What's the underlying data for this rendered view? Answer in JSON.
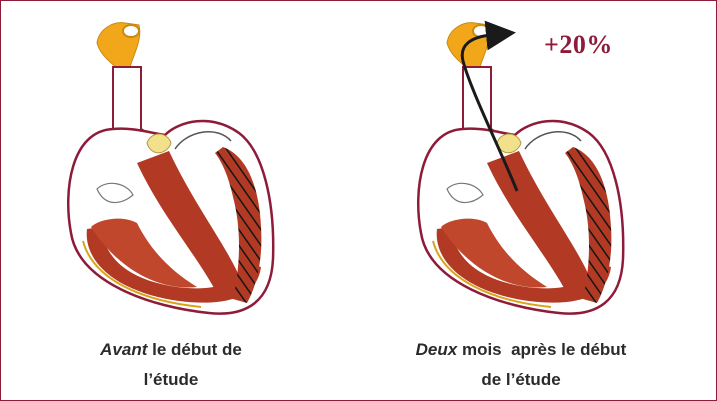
{
  "panels": [
    {
      "id": "before",
      "caption_emphasis": "Avant",
      "caption_line1_rest": " le début de",
      "caption_line2": "l’étude"
    },
    {
      "id": "after",
      "caption_emphasis": "Deux",
      "caption_line1_rest": " mois  après le début",
      "caption_line2": "de l’étude"
    }
  ],
  "increase_label": "+20%",
  "colors": {
    "frame": "#8e1b3a",
    "myocardium": "#b23a24",
    "aorta": "#f2a71b",
    "valve": "#f3e08a",
    "arrow": "#1a1a1a",
    "badge": "#8e1b3a"
  },
  "icons": [
    "heart-diagram-icon",
    "ejection-arrow-icon",
    "infarct-hatching-icon"
  ]
}
